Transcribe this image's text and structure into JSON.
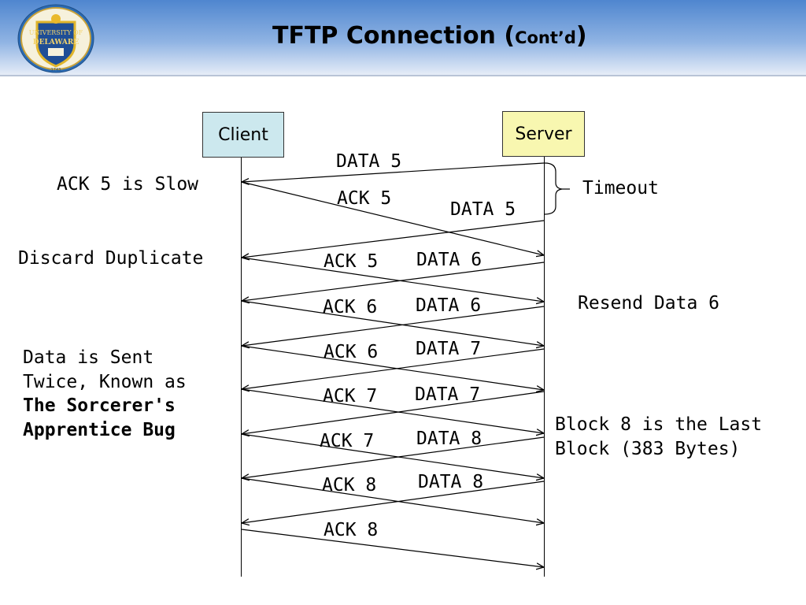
{
  "header": {
    "title_main": "TFTP Connection (",
    "title_sub": "Cont’d",
    "title_close": ")",
    "logo_text_top": "UNIVERSITY OF",
    "logo_text_mid": "DELAWARE",
    "logo_year": "1743"
  },
  "diagram": {
    "client_label": "Client",
    "server_label": "Server",
    "messages": [
      {
        "label": "DATA 5",
        "from": "server",
        "to": "client"
      },
      {
        "label": "ACK 5",
        "from": "client",
        "to": "server"
      },
      {
        "label": "DATA 5",
        "from": "server",
        "to": "client"
      },
      {
        "label": "ACK 5",
        "from": "client",
        "to": "server"
      },
      {
        "label": "DATA 6",
        "from": "server",
        "to": "client"
      },
      {
        "label": "ACK 6",
        "from": "client",
        "to": "server"
      },
      {
        "label": "DATA 6",
        "from": "server",
        "to": "client"
      },
      {
        "label": "ACK 6",
        "from": "client",
        "to": "server"
      },
      {
        "label": "DATA 7",
        "from": "server",
        "to": "client"
      },
      {
        "label": "ACK 7",
        "from": "client",
        "to": "server"
      },
      {
        "label": "DATA 7",
        "from": "server",
        "to": "client"
      },
      {
        "label": "ACK 7",
        "from": "client",
        "to": "server"
      },
      {
        "label": "DATA 8",
        "from": "server",
        "to": "client"
      },
      {
        "label": "ACK 8",
        "from": "client",
        "to": "server"
      },
      {
        "label": "DATA 8",
        "from": "server",
        "to": "client"
      },
      {
        "label": "ACK 8",
        "from": "client",
        "to": "server"
      }
    ],
    "notes": {
      "ack5_slow": "ACK 5 is Slow",
      "timeout": "Timeout",
      "discard_duplicate": "Discard Duplicate",
      "resend_data6": "Resend Data 6",
      "sorcerer_line1": "Data is Sent",
      "sorcerer_line2": "Twice, Known as",
      "sorcerer_line3": "The Sorcerer's",
      "sorcerer_line4": "Apprentice Bug",
      "last_block_line1": "Block 8 is the Last",
      "last_block_line2": "Block (383 Bytes)"
    }
  },
  "colors": {
    "client_box": "#cce8ee",
    "server_box": "#f8f7b0",
    "header_blue": "#4f86cf"
  }
}
